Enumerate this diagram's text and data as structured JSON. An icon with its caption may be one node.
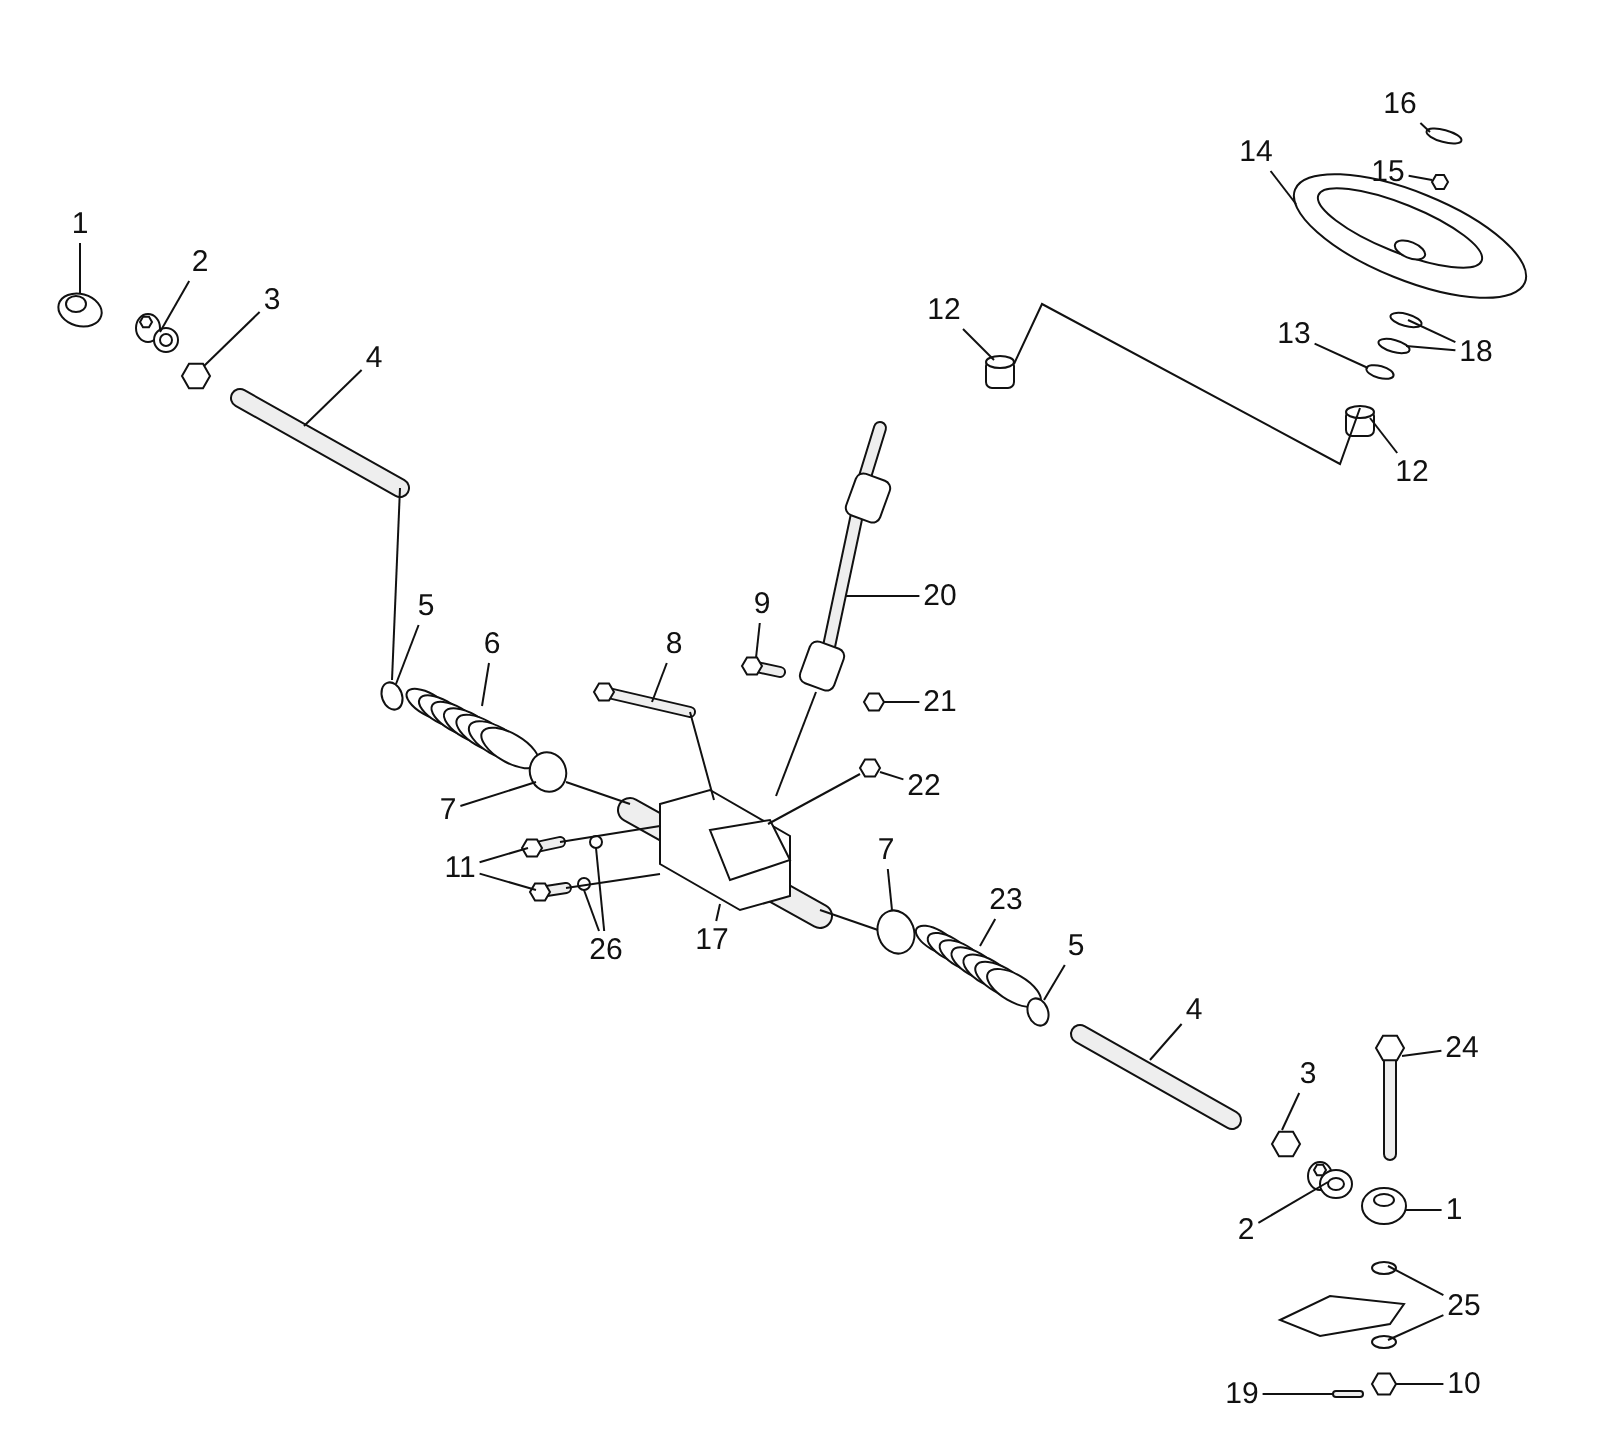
{
  "diagram": {
    "nodes": [
      {
        "text": [
          "1"
        ]
      },
      {
        "text": [
          "2"
        ]
      },
      {
        "text": [
          "3"
        ]
      },
      {
        "text": [
          "4"
        ]
      },
      {
        "text": [
          "16"
        ]
      },
      {
        "text": [
          "15"
        ]
      },
      {
        "text": [
          "14"
        ]
      },
      {
        "text": [
          "12"
        ]
      },
      {
        "text": [
          "13"
        ]
      },
      {
        "text": [
          "18"
        ]
      },
      {
        "text": [
          "12"
        ]
      },
      {
        "text": [
          "20"
        ]
      },
      {
        "text": [
          "9"
        ]
      },
      {
        "text": [
          "8"
        ]
      },
      {
        "text": [
          "5"
        ]
      },
      {
        "text": [
          "6"
        ]
      },
      {
        "text": [
          "21"
        ]
      },
      {
        "text": [
          "22"
        ]
      },
      {
        "text": [
          "7"
        ]
      },
      {
        "text": [
          "11"
        ]
      },
      {
        "text": [
          "26"
        ]
      },
      {
        "text": [
          "17"
        ]
      },
      {
        "text": [
          "7"
        ]
      },
      {
        "text": [
          "23"
        ]
      },
      {
        "text": [
          "5"
        ]
      },
      {
        "text": [
          "4"
        ]
      },
      {
        "text": [
          "3"
        ]
      },
      {
        "text": [
          "24"
        ]
      },
      {
        "text": [
          "2"
        ]
      },
      {
        "text": [
          "1"
        ]
      },
      {
        "text": [
          "25"
        ]
      },
      {
        "text": [
          "19"
        ]
      },
      {
        "text": [
          "10"
        ]
      },
      {
        "text": [],
        "shape": "picture"
      },
      {
        "text": [],
        "shape": "picture"
      },
      {
        "text": [],
        "shape": "hexagon"
      },
      {
        "text": [],
        "shape": "picture"
      },
      {
        "text": [],
        "shape": "circle"
      },
      {
        "text": [],
        "shape": "hexagon"
      },
      {
        "text": [],
        "shape": "picture"
      },
      {
        "text": [],
        "shape": "cylinder"
      },
      {
        "text": [],
        "shape": "circle"
      },
      {
        "text": [],
        "shape": "circle"
      },
      {
        "text": [],
        "shape": "circle"
      },
      {
        "text": [],
        "shape": "cylinder"
      },
      {
        "text": [],
        "shape": "picture"
      },
      {
        "text": [],
        "shape": "bolt"
      },
      {
        "text": [],
        "shape": "picture"
      },
      {
        "text": [],
        "shape": "circle"
      },
      {
        "text": [],
        "shape": "picture"
      },
      {
        "text": [],
        "shape": "hexagon"
      },
      {
        "text": [],
        "shape": "hexagon"
      },
      {
        "text": [],
        "shape": "circle"
      },
      {
        "text": [],
        "shape": "bolt"
      },
      {
        "text": [],
        "shape": "bolt"
      },
      {
        "text": [],
        "shape": "circle"
      },
      {
        "text": [],
        "shape": "circle"
      },
      {
        "text": [],
        "shape": "picture"
      },
      {
        "text": [],
        "shape": "circle"
      },
      {
        "text": [],
        "shape": "picture"
      },
      {
        "text": [],
        "shape": "circle"
      },
      {
        "text": [],
        "shape": "picture"
      },
      {
        "text": [],
        "shape": "hexagon"
      },
      {
        "text": [],
        "shape": "picture"
      },
      {
        "text": [],
        "shape": "picture"
      },
      {
        "text": [],
        "shape": "picture"
      },
      {
        "text": [],
        "shape": "circle"
      },
      {
        "text": [],
        "shape": "circle"
      },
      {
        "text": [],
        "shape": "picture"
      },
      {
        "text": [],
        "shape": "hexagon"
      }
    ],
    "edges": [
      {
        "from": 0,
        "to": 33,
        "arrow": "none"
      },
      {
        "from": 1,
        "to": 34,
        "arrow": "none"
      },
      {
        "from": 2,
        "to": 35,
        "arrow": "none"
      },
      {
        "from": 3,
        "to": 36,
        "arrow": "none"
      },
      {
        "from": 4,
        "to": 37,
        "arrow": "none"
      },
      {
        "from": 5,
        "to": 38,
        "arrow": "none"
      },
      {
        "from": 6,
        "to": 39,
        "arrow": "none"
      },
      {
        "from": 7,
        "to": 40,
        "arrow": "none"
      },
      {
        "from": 8,
        "to": 41,
        "arrow": "none"
      },
      {
        "from": 9,
        "to": 42,
        "arrow": "none"
      },
      {
        "from": 9,
        "to": 43,
        "arrow": "none"
      },
      {
        "from": 10,
        "to": 44,
        "arrow": "none"
      },
      {
        "from": 11,
        "to": 45,
        "arrow": "none"
      },
      {
        "from": 12,
        "to": 46,
        "arrow": "none"
      },
      {
        "from": 13,
        "to": 47,
        "arrow": "none"
      },
      {
        "from": 14,
        "to": 48,
        "arrow": "none"
      },
      {
        "from": 15,
        "to": 49,
        "arrow": "none"
      },
      {
        "from": 16,
        "to": 50,
        "arrow": "none"
      },
      {
        "from": 17,
        "to": 51,
        "arrow": "none"
      },
      {
        "from": 18,
        "to": 52,
        "arrow": "none"
      },
      {
        "from": 19,
        "to": 53,
        "arrow": "none"
      },
      {
        "from": 19,
        "to": 54,
        "arrow": "none"
      },
      {
        "from": 20,
        "to": 55,
        "arrow": "none"
      },
      {
        "from": 20,
        "to": 56,
        "arrow": "none"
      },
      {
        "from": 21,
        "to": 57,
        "arrow": "none"
      },
      {
        "from": 22,
        "to": 58,
        "arrow": "none"
      },
      {
        "from": 23,
        "to": 59,
        "arrow": "none"
      },
      {
        "from": 24,
        "to": 60,
        "arrow": "none"
      },
      {
        "from": 25,
        "to": 61,
        "arrow": "none"
      },
      {
        "from": 26,
        "to": 62,
        "arrow": "none"
      },
      {
        "from": 27,
        "to": 63,
        "arrow": "none"
      },
      {
        "from": 28,
        "to": 64,
        "arrow": "none"
      },
      {
        "from": 29,
        "to": 65,
        "arrow": "none"
      },
      {
        "from": 30,
        "to": 66,
        "arrow": "none"
      },
      {
        "from": 30,
        "to": 67,
        "arrow": "none"
      },
      {
        "from": 31,
        "to": 68,
        "arrow": "none"
      },
      {
        "from": 32,
        "to": 69,
        "arrow": "none"
      },
      {
        "from": 36,
        "to": 48,
        "arrow": "none"
      },
      {
        "from": 40,
        "to": 44,
        "arrow": "none"
      },
      {
        "from": 47,
        "to": 57,
        "arrow": "none"
      },
      {
        "from": 45,
        "to": 57,
        "arrow": "none"
      },
      {
        "from": 51,
        "to": 57,
        "arrow": "none"
      },
      {
        "from": 53,
        "to": 57,
        "arrow": "none"
      },
      {
        "from": 54,
        "to": 57,
        "arrow": "none"
      },
      {
        "from": 52,
        "to": 57,
        "arrow": "none"
      },
      {
        "from": 57,
        "to": 58,
        "arrow": "none"
      }
    ]
  }
}
